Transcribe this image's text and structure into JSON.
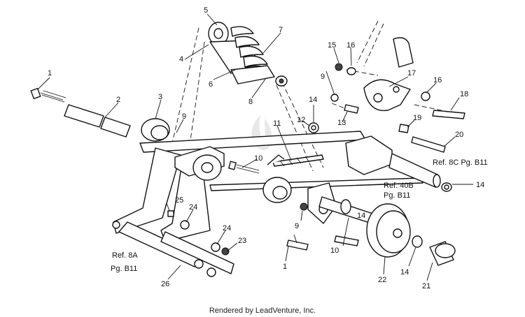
{
  "callouts": [
    {
      "id": "1",
      "label": "1"
    },
    {
      "id": "2",
      "label": "2"
    },
    {
      "id": "3",
      "label": "3"
    },
    {
      "id": "4",
      "label": "4"
    },
    {
      "id": "5",
      "label": "5"
    },
    {
      "id": "6",
      "label": "6"
    },
    {
      "id": "7",
      "label": "7"
    },
    {
      "id": "8",
      "label": "8"
    },
    {
      "id": "9",
      "label": "9"
    },
    {
      "id": "9b",
      "label": "9"
    },
    {
      "id": "9c",
      "label": "9"
    },
    {
      "id": "10",
      "label": "10"
    },
    {
      "id": "10b",
      "label": "10"
    },
    {
      "id": "11",
      "label": "11"
    },
    {
      "id": "12",
      "label": "12"
    },
    {
      "id": "13",
      "label": "13"
    },
    {
      "id": "14",
      "label": "14"
    },
    {
      "id": "14b",
      "label": "14"
    },
    {
      "id": "14c",
      "label": "14"
    },
    {
      "id": "14d",
      "label": "14"
    },
    {
      "id": "15",
      "label": "15"
    },
    {
      "id": "16",
      "label": "16"
    },
    {
      "id": "16b",
      "label": "16"
    },
    {
      "id": "17",
      "label": "17"
    },
    {
      "id": "18",
      "label": "18"
    },
    {
      "id": "19",
      "label": "19"
    },
    {
      "id": "20",
      "label": "20"
    },
    {
      "id": "21",
      "label": "21"
    },
    {
      "id": "22",
      "label": "22"
    },
    {
      "id": "23",
      "label": "23"
    },
    {
      "id": "24",
      "label": "24"
    },
    {
      "id": "24b",
      "label": "24"
    },
    {
      "id": "25",
      "label": "25"
    },
    {
      "id": "26",
      "label": "26"
    },
    {
      "id": "1b",
      "label": "1"
    }
  ],
  "references": {
    "ref_8c": "Ref. 8C Pg. B11",
    "ref_40b_line1": "Ref. 40B",
    "ref_40b_line2": "Pg. B11",
    "ref_8a_line1": "Ref. 8A",
    "ref_8a_line2": "Pg. B11"
  },
  "footer": {
    "credit": "Rendered by LeadVenture, Inc."
  },
  "colors": {
    "line": "#111111",
    "background": "#ffffff",
    "watermark": "#e8e8e8"
  }
}
